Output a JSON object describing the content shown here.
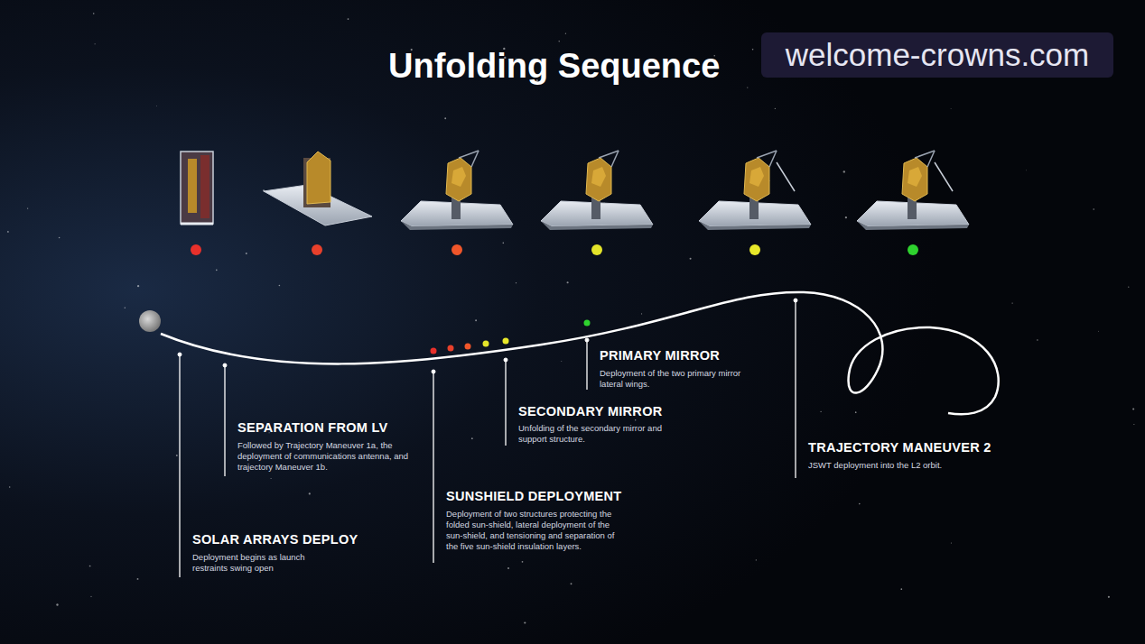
{
  "diagram": {
    "title": "Unfolding Sequence",
    "labels": [
      "welcome-crowns.com",
      "SEPARATION FROM LV",
      "Followed by Trajectory Maneuver 1a, the deployment of communications antenna, and trajectory Maneuver 1b.",
      "SOLAR ARRAYS DEPLOY",
      "Deployment begins as launch restraints swing open",
      "SUNSHIELD DEPLOYMENT",
      "Deployment of two structures protecting the folded sun-shield, lateral deployment of the sun-shield, and tensioning and separation of the five sun-shield insulation layers.",
      "SECONDARY MIRROR",
      "Unfolding of the secondary mirror and support structure.",
      "PRIMARY MIRROR",
      "Deployment of the two primary mirror lateral wings.",
      "TRAJECTORY MANEUVER 2",
      "JSWT deployment into the L2 orbit."
    ]
  }
}
